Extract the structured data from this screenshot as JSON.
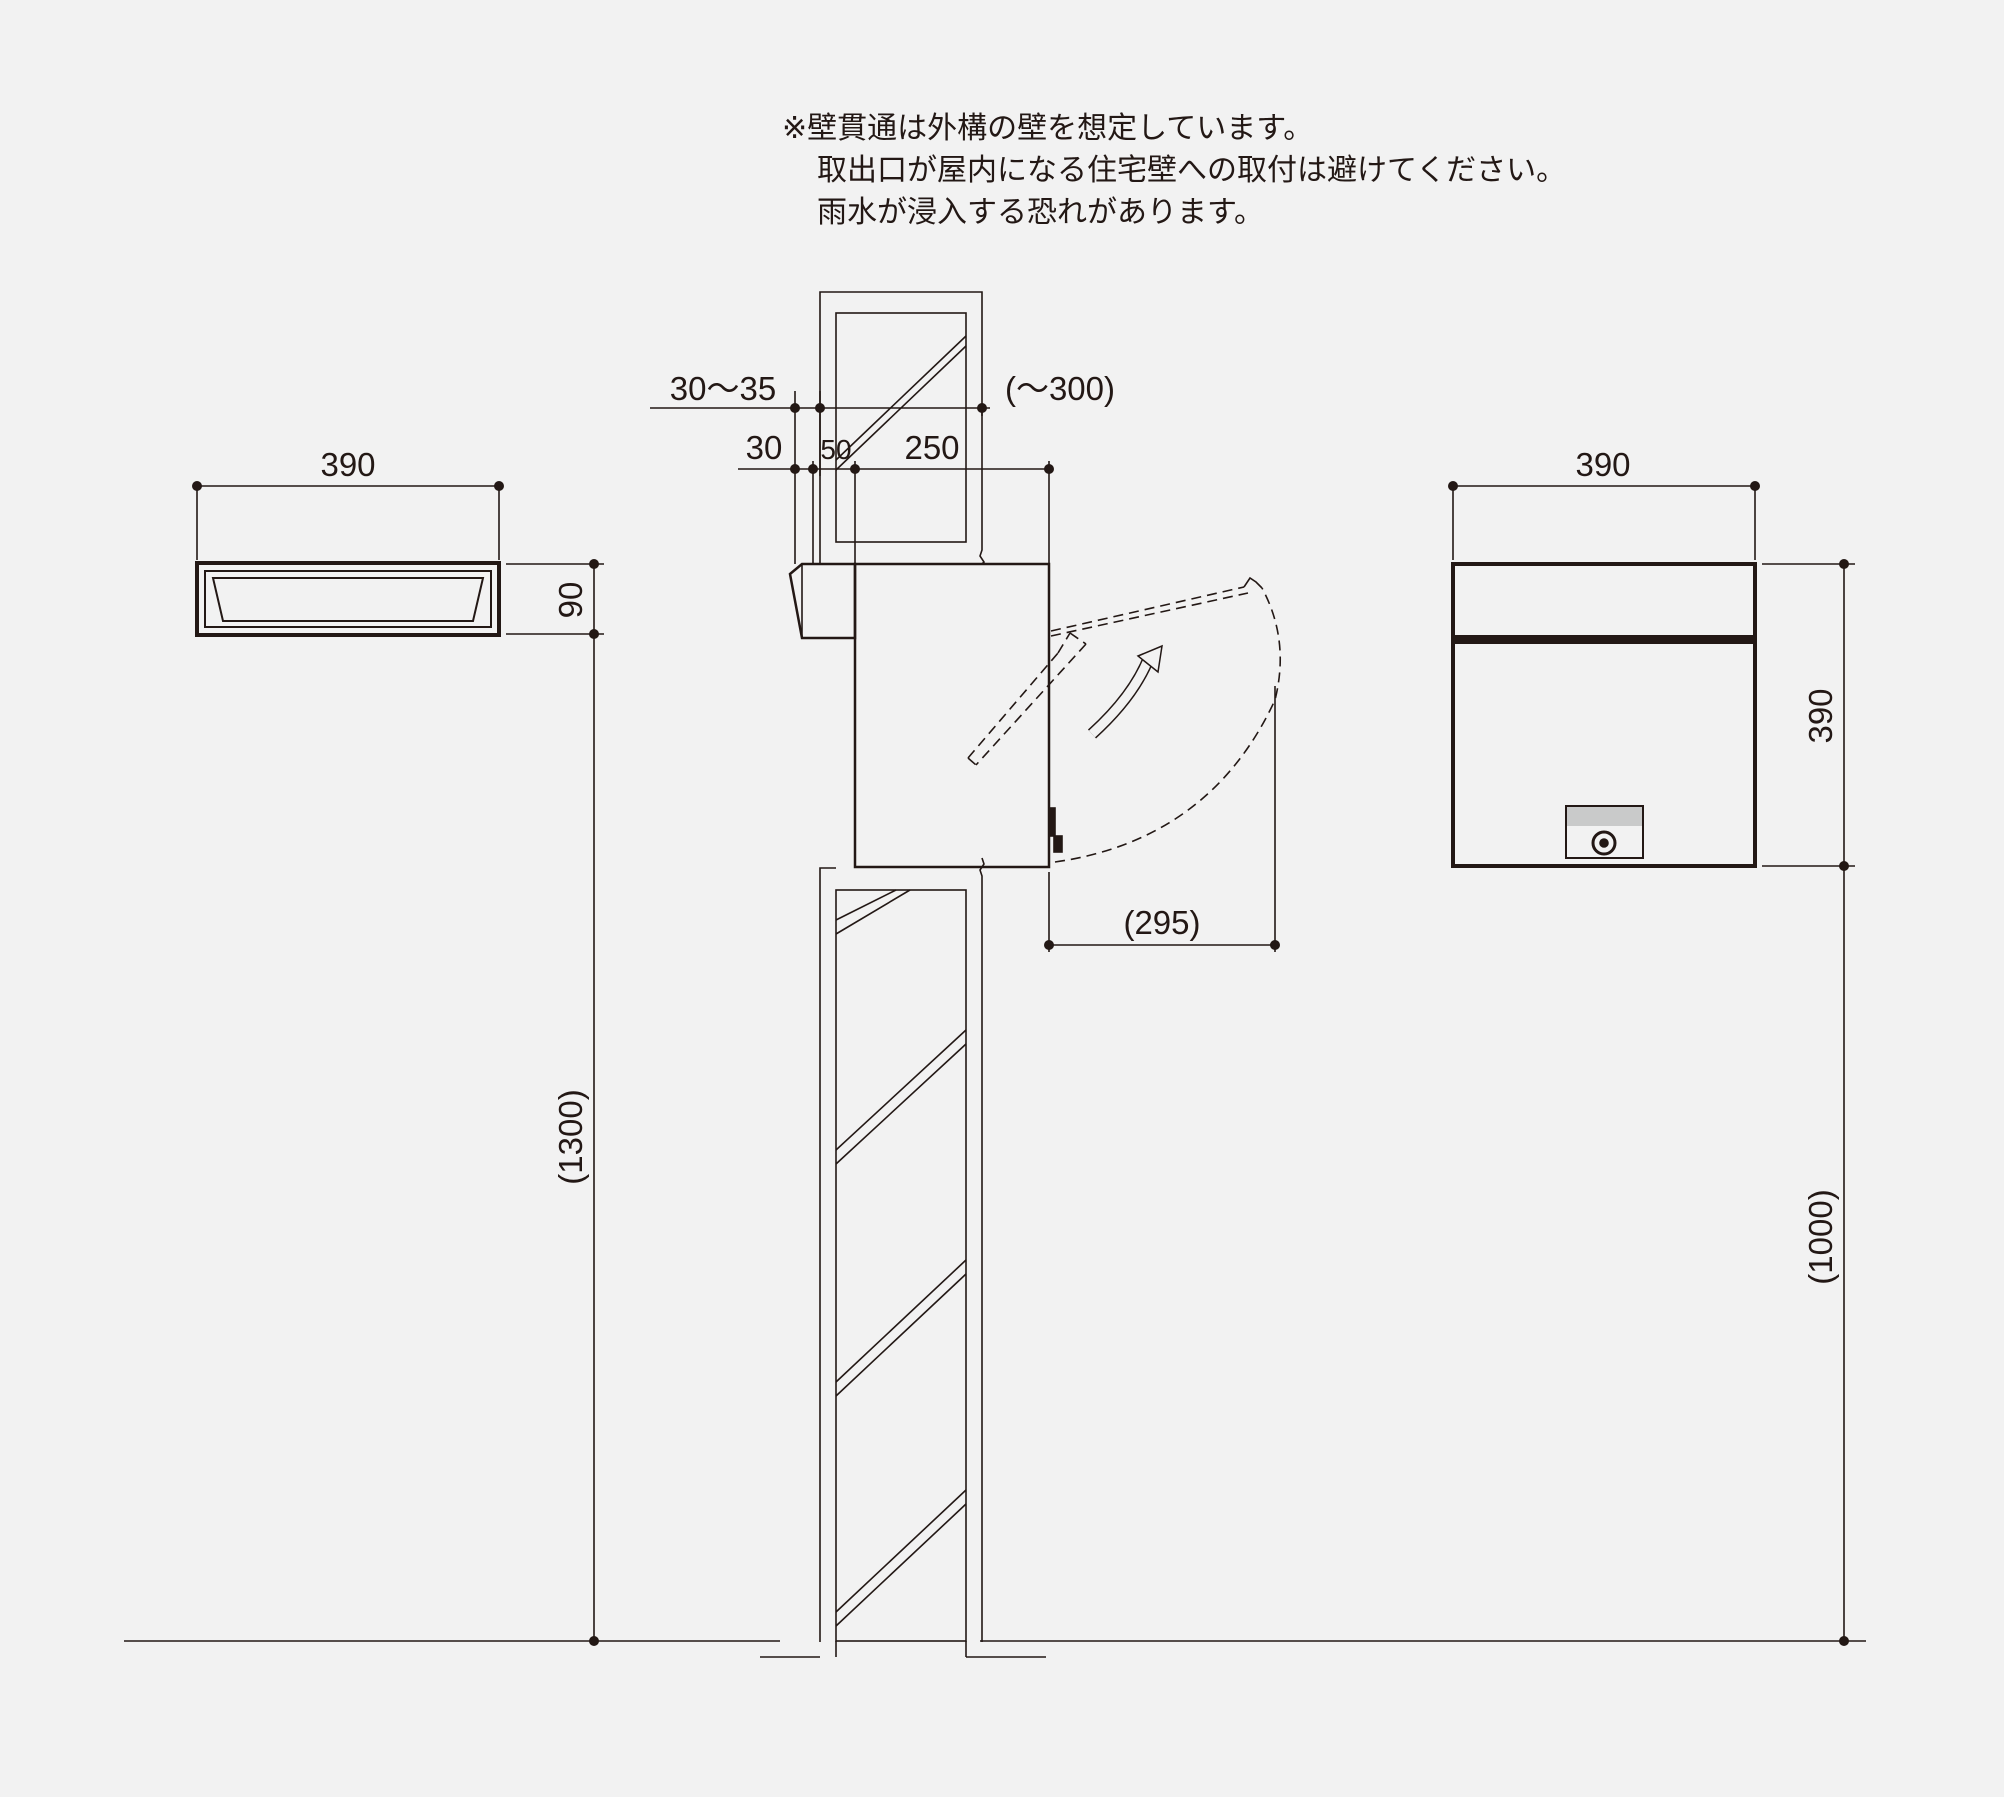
{
  "note": {
    "lines": [
      "※壁貫通は外構の壁を想定しています。",
      "取出口が屋内になる住宅壁への取付は避けてください。",
      "雨水が浸入する恐れがあります。"
    ]
  },
  "top_view": {
    "width_label": "390",
    "depth_label": "90",
    "install_height_label": "(1300)"
  },
  "side_view": {
    "wall_thickness_label": "30～35",
    "wall_range_label": "(～300)",
    "flange_label": "30",
    "gap_label": "50",
    "body_depth_label": "250",
    "door_swing_label": "(295)"
  },
  "front_view": {
    "width_label": "390",
    "height_label": "390",
    "install_height_label": "(1000)"
  },
  "colors": {
    "background": "#f2f2f2",
    "line": "#231815",
    "lock_plate": "#c9caca"
  }
}
